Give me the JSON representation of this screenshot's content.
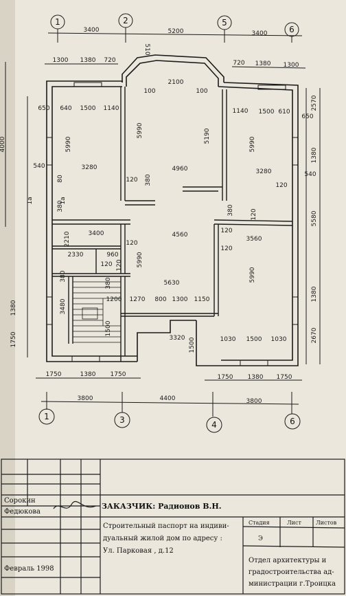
{
  "axes_top": [
    "1",
    "2",
    "5",
    "6"
  ],
  "axes_bottom": [
    "1",
    "3",
    "4",
    "6"
  ],
  "top_dims": {
    "overall": [
      "3400",
      "5200",
      "3400"
    ],
    "left_windows": [
      "1300",
      "1380",
      "720"
    ],
    "right_windows": [
      "720",
      "1380",
      "1300"
    ],
    "bay": [
      "2100",
      "100",
      "100",
      "510"
    ],
    "left_room": [
      "650",
      "640",
      "1500",
      "1140"
    ],
    "right_room": [
      "1140",
      "1500",
      "610",
      "650"
    ]
  },
  "rooms": {
    "top_left": [
      "5990",
      "3280",
      "80"
    ],
    "top_center": [
      "5990",
      "4960",
      "5190",
      "120",
      "380",
      "120"
    ],
    "top_right": [
      "5990",
      "3280",
      "120"
    ],
    "center": [
      "4560",
      "5990",
      "120",
      "120"
    ],
    "left_small": [
      "3400",
      "2210",
      "2330",
      "960",
      "120",
      "380",
      "380",
      "120"
    ],
    "stair_row": [
      "5630",
      "1200",
      "1270",
      "800",
      "1300",
      "1150",
      "380",
      "3480"
    ],
    "bottom_right": [
      "3560",
      "5990",
      "120",
      "1030",
      "1500",
      "1030",
      "380"
    ],
    "porch": [
      "3320",
      "1500",
      "1500"
    ]
  },
  "side_dims": {
    "left": [
      "540",
      "1a",
      "1a",
      "1380",
      "1750"
    ],
    "left_outer": [
      "4000"
    ],
    "right": [
      "540",
      "2570",
      "1380",
      "5580",
      "1380",
      "2670"
    ]
  },
  "bottom_dims": {
    "left_windows": [
      "1750",
      "1380",
      "1750"
    ],
    "right_windows": [
      "1750",
      "1380",
      "1750"
    ],
    "overall": [
      "3800",
      "4400",
      "3800"
    ]
  },
  "title_block": {
    "name1": "Сорокин",
    "name2": "Федюкова",
    "customer": "ЗАКАЗЧИК: Радионов В.Н.",
    "desc_line1": "Строительный паспорт на индиви-",
    "desc_line2": "дуальный жилой дом по адресу :",
    "desc_line3": "Ул. Парковая , д.12",
    "date": "Февраль 1998",
    "col_stage": "Стадия",
    "col_sheet": "Лист",
    "col_sheets": "Листов",
    "stage_value": "Э",
    "dept_line1": "Отдел архитектуры и",
    "dept_line2": "градостроительства ад-",
    "dept_line3": "министрации г.Троицка"
  },
  "colors": {
    "paper": "#ece7dc",
    "ink": "#1a1a1a"
  }
}
